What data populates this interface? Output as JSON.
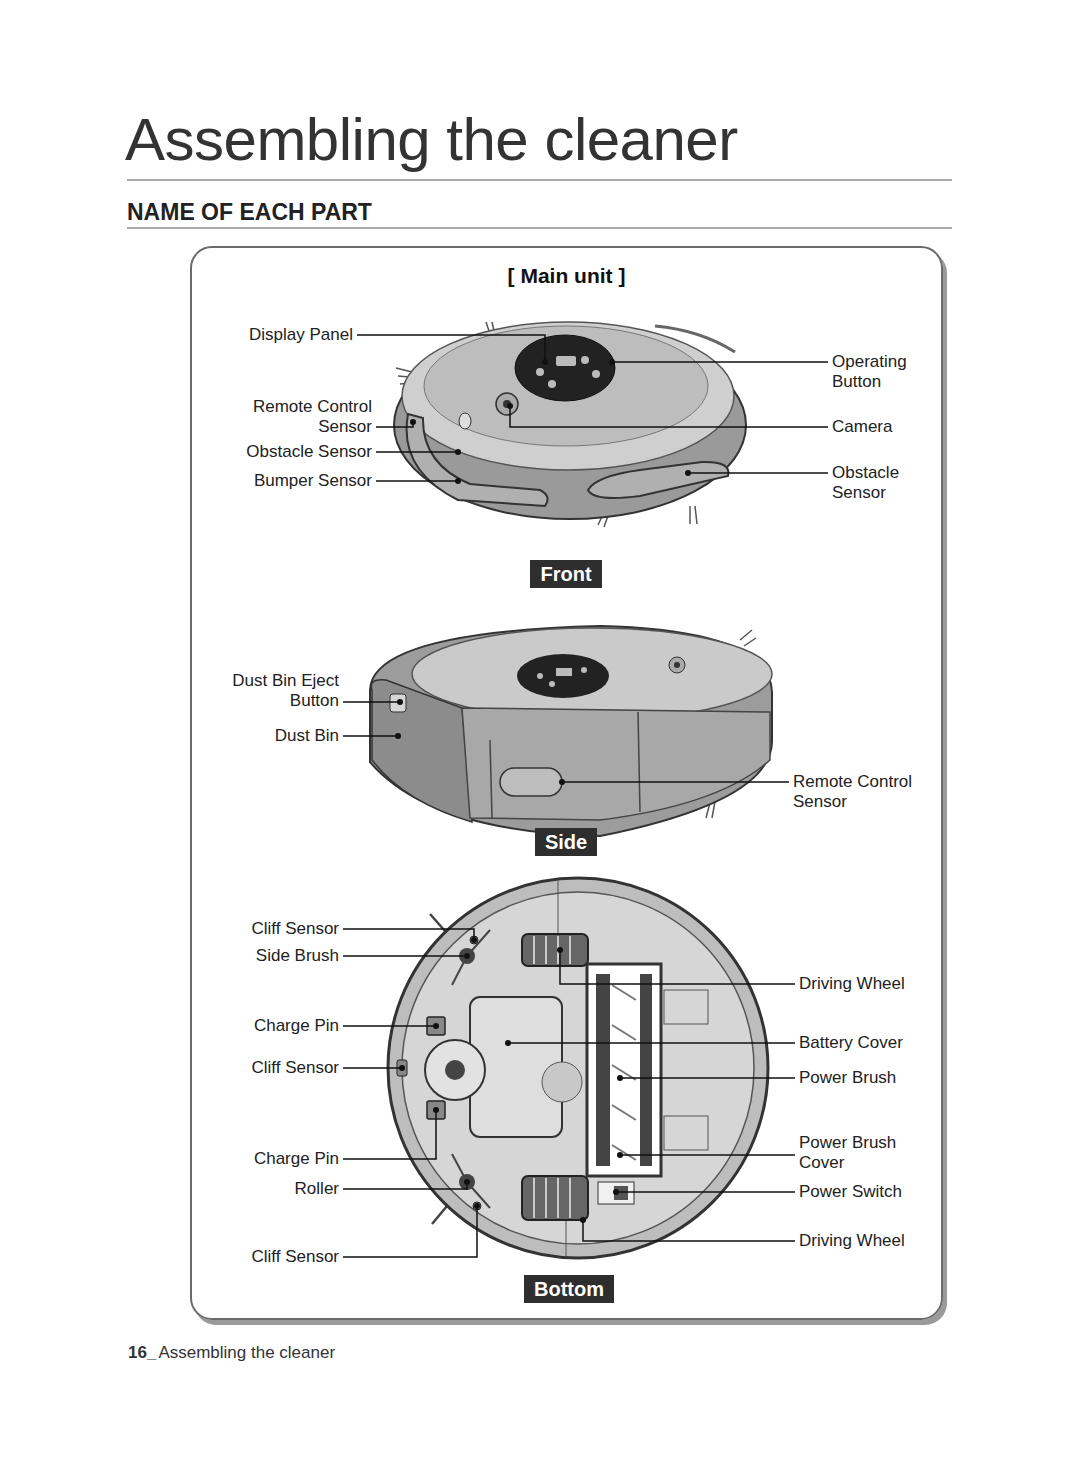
{
  "diagram": {
    "title": "Assembling the cleaner",
    "nodes": [
      {
        "text": [
          "[ Main unit ]"
        ]
      },
      {
        "text": [
          "Front"
        ],
        "in": 0
      },
      {
        "text": [
          "Side"
        ],
        "in": 0
      },
      {
        "text": [
          "Bottom"
        ],
        "in": 0
      }
    ],
    "labels": [
      "NAME OF EACH PART",
      "Display Panel",
      "Remote Control Sensor",
      "Obstacle Sensor",
      "Bumper Sensor",
      "Operating Button",
      "Camera",
      "Obstacle Sensor",
      "Dust Bin Eject Button",
      "Dust Bin",
      "Remote Control Sensor",
      "Cliff Sensor",
      "Side Brush",
      "Charge Pin",
      "Cliff Sensor",
      "Charge Pin",
      "Roller",
      "Cliff Sensor",
      "Driving Wheel",
      "Battery Cover",
      "Power Brush",
      "Power Brush Cover",
      "Power Switch",
      "Driving Wheel",
      "16_",
      "Assembling the cleaner"
    ]
  }
}
